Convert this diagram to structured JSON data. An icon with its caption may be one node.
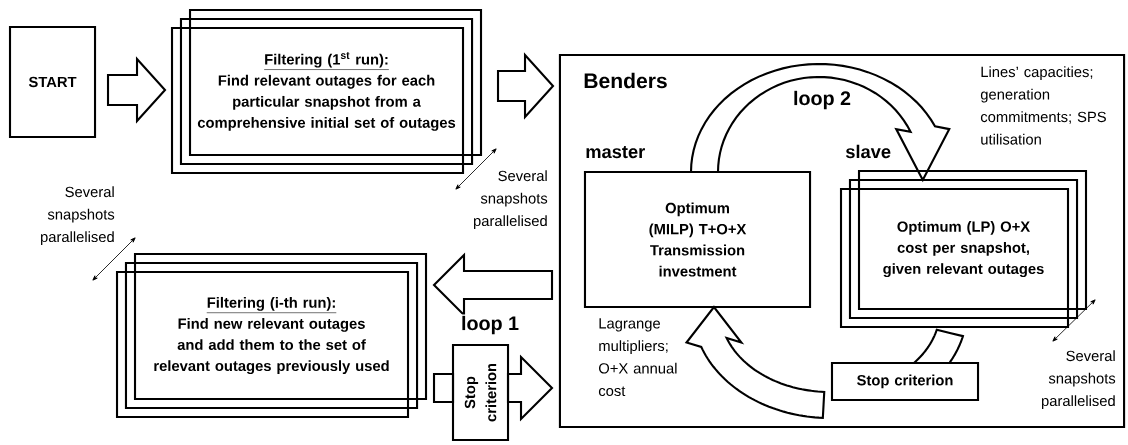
{
  "diagram": {
    "nodes": [
      {
        "text": [
          "START"
        ]
      },
      {
        "text": [
          "Filtering (1$^{st}$ run):",
          "Find relevant outages for each particular snapshot from a comprehensive initial set of outages"
        ],
        "beside": [
          "Several snapshots parallelised"
        ]
      },
      {
        "text": [
          "Benders"
        ]
      },
      {
        "text": [
          "master",
          "Optimum (MILP) T+O+X Transmission investment"
        ],
        "in": 2
      },
      {
        "text": [
          "slave",
          "Optimum (LP) O+X cost per snapshot, given relevant outages"
        ],
        "in": 2,
        "beside": [
          "Several snapshots parallelised"
        ]
      },
      {
        "text": [
          "Stop criterion"
        ],
        "in": 2
      },
      {
        "text": [
          "Filtering (i-th run):",
          "Find new relevant outages and add them to the set of relevant outages previously used"
        ],
        "beside": [
          "Several snapshots parallelised"
        ]
      },
      {
        "text": [
          "Stop criterion"
        ]
      }
    ],
    "edges": [
      {
        "from": 0,
        "to": 1,
        "arrow": "to"
      },
      {
        "from": 1,
        "to": 2,
        "arrow": "to"
      },
      {
        "from": 2,
        "to": 6,
        "arrow": "to",
        "label": "loop 1"
      },
      {
        "from": 6,
        "to": 7,
        "arrow": "none"
      },
      {
        "from": 7,
        "to": 2,
        "arrow": "to"
      },
      {
        "from": 3,
        "to": 4,
        "arrow": "to",
        "label": "loop 2"
      },
      {
        "from": 4,
        "to": 5,
        "arrow": "none"
      },
      {
        "from": 5,
        "to": 3,
        "arrow": "to"
      }
    ],
    "labels": [
      "Lines’ capacities; generation commitments; SPS utilisation",
      "Lagrange multipliers; O+X annual cost"
    ]
  }
}
